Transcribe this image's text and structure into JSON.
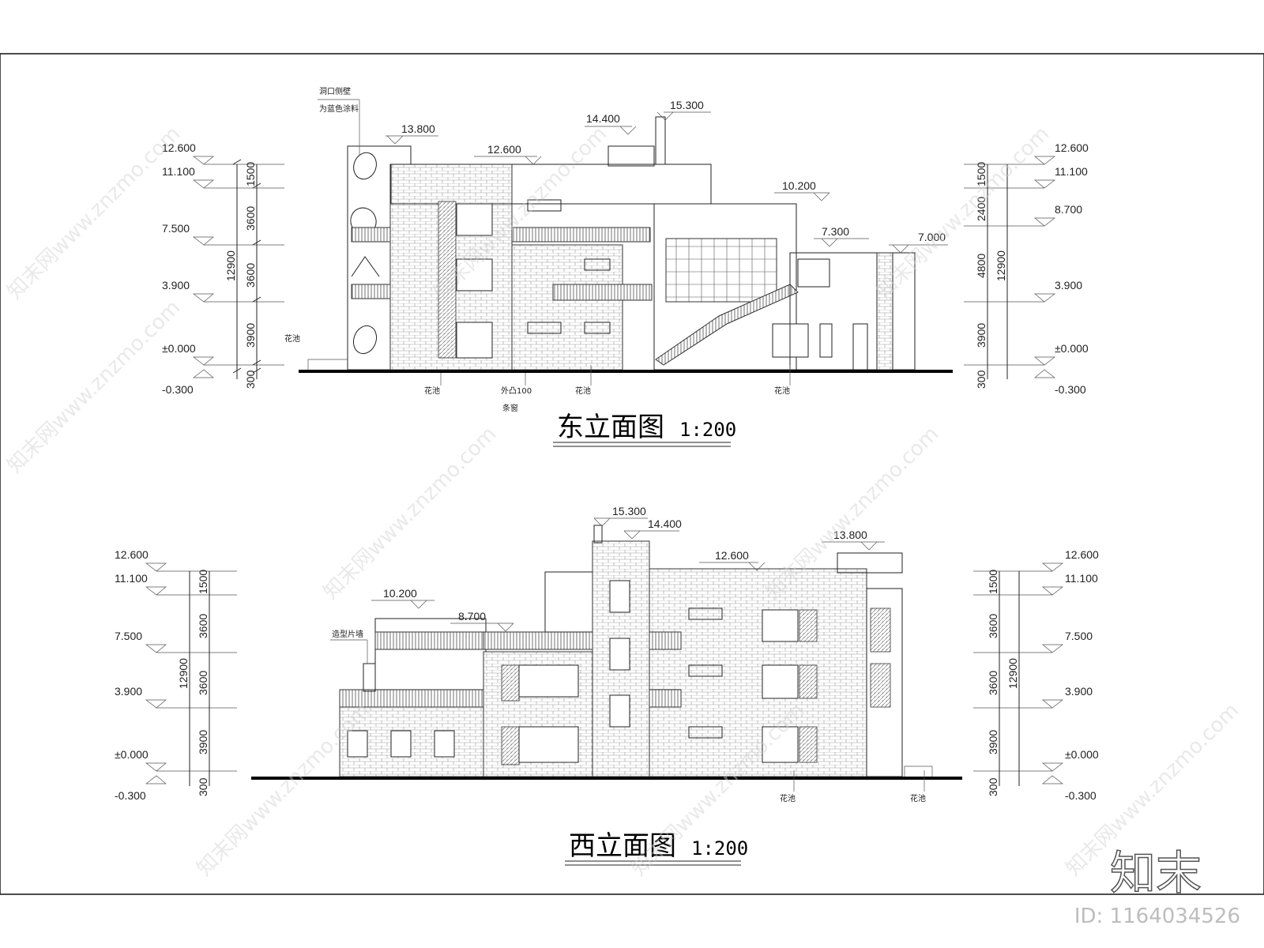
{
  "east": {
    "title": "东立面图",
    "scale": "1:200",
    "elev_left": [
      "12.600",
      "11.100",
      "7.500",
      "3.900",
      "±0.000",
      "-0.300"
    ],
    "dims_left": [
      "1500",
      "3600",
      "3600",
      "3900",
      "300"
    ],
    "total_left": "12900",
    "elev_right": [
      "12.600",
      "11.100",
      "8.700",
      "3.900",
      "±0.000",
      "-0.300"
    ],
    "dims_right": [
      "1500",
      "2400",
      "4800",
      "3900",
      "300"
    ],
    "total_right": "12900",
    "top_levels": [
      "13.800",
      "12.600",
      "14.400",
      "15.300",
      "10.200",
      "7.300",
      "7.000"
    ],
    "note1": "洞口侧壁",
    "note2": "为蓝色涂料",
    "callouts": [
      "花池",
      "花池",
      "外凸100",
      "条窗",
      "花池",
      "花池"
    ]
  },
  "west": {
    "title": "西立面图",
    "scale": "1:200",
    "elev_left": [
      "12.600",
      "11.100",
      "7.500",
      "3.900",
      "±0.000",
      "-0.300"
    ],
    "dims_left": [
      "1500",
      "3600",
      "3600",
      "3900",
      "300"
    ],
    "total_left": "12900",
    "elev_right": [
      "12.600",
      "11.100",
      "7.500",
      "3.900",
      "±0.000",
      "-0.300"
    ],
    "dims_right": [
      "1500",
      "3600",
      "3600",
      "3900",
      "300"
    ],
    "total_right": "12900",
    "top_levels": [
      "15.300",
      "14.400",
      "12.600",
      "13.800",
      "10.200",
      "8.700"
    ],
    "note1": "造型片墙",
    "callouts": [
      "花池",
      "花池"
    ]
  },
  "watermark": {
    "text": "知末网www.znzmo.com",
    "logo": "知末",
    "id": "ID: 1164034526"
  }
}
